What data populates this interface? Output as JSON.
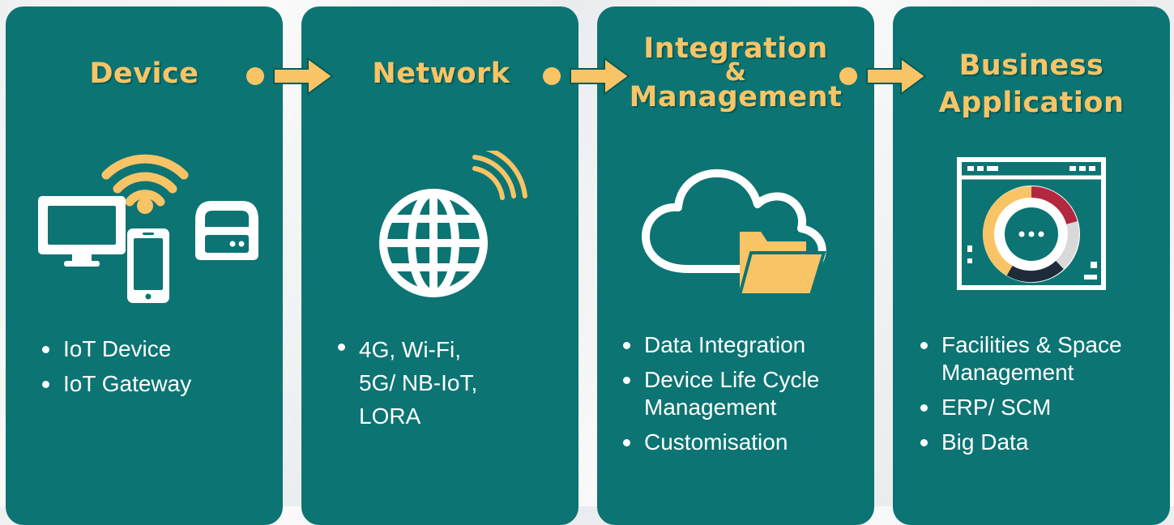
{
  "columns": [
    {
      "title_lines": [
        "Device"
      ],
      "icon": "devices-wifi-icon",
      "bullets": [
        "IoT Device",
        "IoT Gateway"
      ]
    },
    {
      "title_lines": [
        "Network"
      ],
      "icon": "globe-signal-icon",
      "bullets": [
        "4G, Wi-Fi,\n5G/ NB-IoT,\nLORA"
      ]
    },
    {
      "title_lines": [
        "Integration",
        "&",
        "Management"
      ],
      "icon": "cloud-folder-icon",
      "bullets": [
        "Data Integration",
        "Device Life Cycle\nManagement",
        "Customisation"
      ]
    },
    {
      "title_lines": [
        "Business",
        "Application"
      ],
      "icon": "dashboard-donut-icon",
      "bullets": [
        "Facilities & Space\nManagement",
        "ERP/ SCM",
        "Big Data"
      ]
    }
  ],
  "colors": {
    "card": "#0c7473",
    "accent": "#f8c466",
    "icon_white": "#ffffff",
    "donut_red": "#b3283f",
    "donut_dark": "#1f2b3a"
  }
}
